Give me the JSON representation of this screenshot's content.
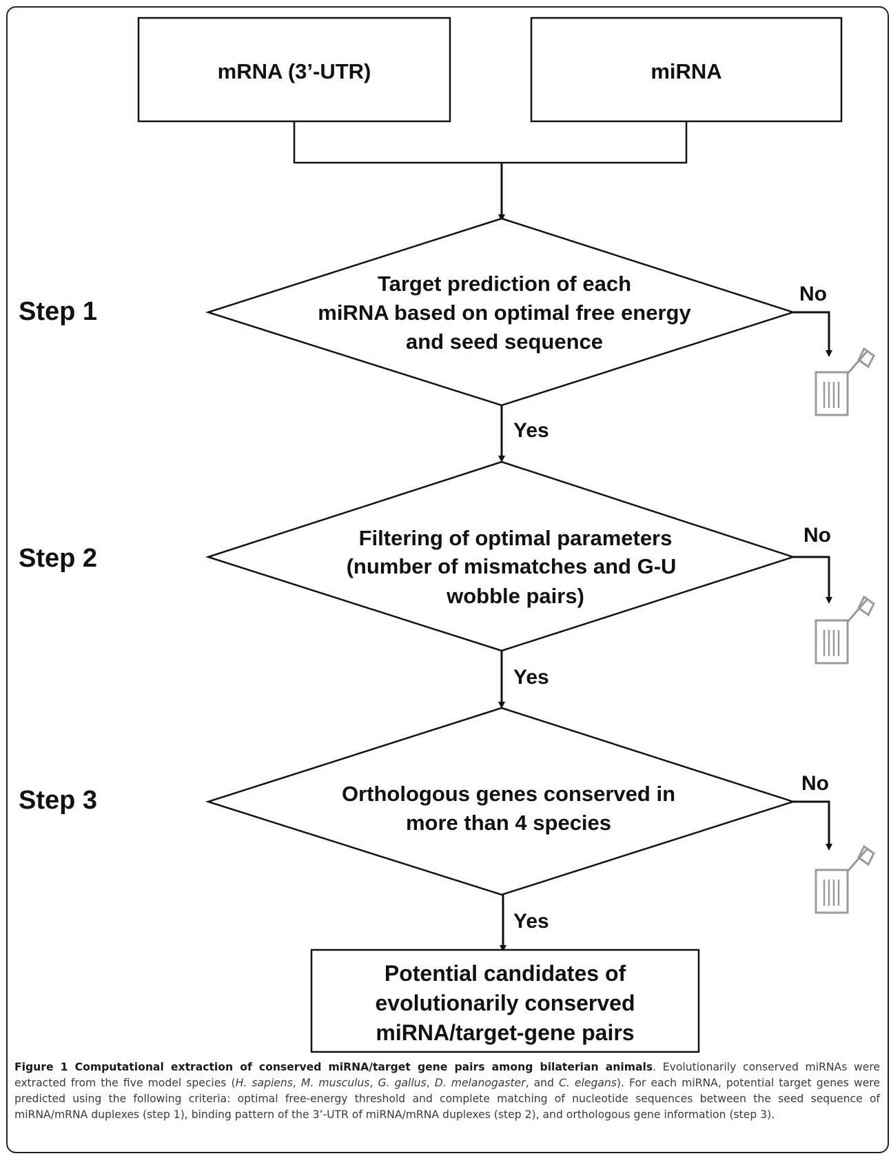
{
  "figure": {
    "inputs": {
      "mrna_label": "mRNA (3’-UTR)",
      "mirna_label": "miRNA"
    },
    "steps": [
      {
        "step_label": "Step 1",
        "decision_lines": [
          "Target prediction of each",
          "miRNA based on optimal free energy",
          "and seed sequence"
        ],
        "no_label": "No",
        "yes_label": "Yes",
        "reject_icon": "trash-bin-icon"
      },
      {
        "step_label": "Step 2",
        "decision_lines": [
          "Filtering of optimal parameters",
          "(number of mismatches and G-U",
          "wobble pairs)"
        ],
        "no_label": "No",
        "yes_label": "Yes",
        "reject_icon": "trash-bin-icon"
      },
      {
        "step_label": "Step 3",
        "decision_lines": [
          "Orthologous genes conserved in",
          "more than 4 species"
        ],
        "no_label": "No",
        "yes_label": "Yes",
        "reject_icon": "trash-bin-icon"
      }
    ],
    "result_lines": [
      "Potential candidates of",
      "evolutionarily conserved",
      "miRNA/target-gene pairs"
    ]
  },
  "caption": {
    "title": "Figure 1 Computational extraction of conserved miRNA/target gene pairs among bilaterian animals",
    "text_1": ". Evolutionarily conserved miRNAs were extracted from the five model species (",
    "species_1": "H. sapiens",
    "sep_1": ", ",
    "species_2": "M. musculus",
    "sep_2": ", ",
    "species_3": "G. gallus",
    "sep_3": ", ",
    "species_4": "D. melanogaster",
    "sep_4": ", and ",
    "species_5": "C. elegans",
    "text_2": "). For each miRNA, potential target genes were predicted using the following criteria: optimal free-energy threshold and complete matching of nucleotide sequences between the seed sequence of miRNA/mRNA duplexes (step 1), binding pattern of the 3’-UTR of miRNA/mRNA duplexes (step 2), and orthologous gene information (step 3)."
  }
}
